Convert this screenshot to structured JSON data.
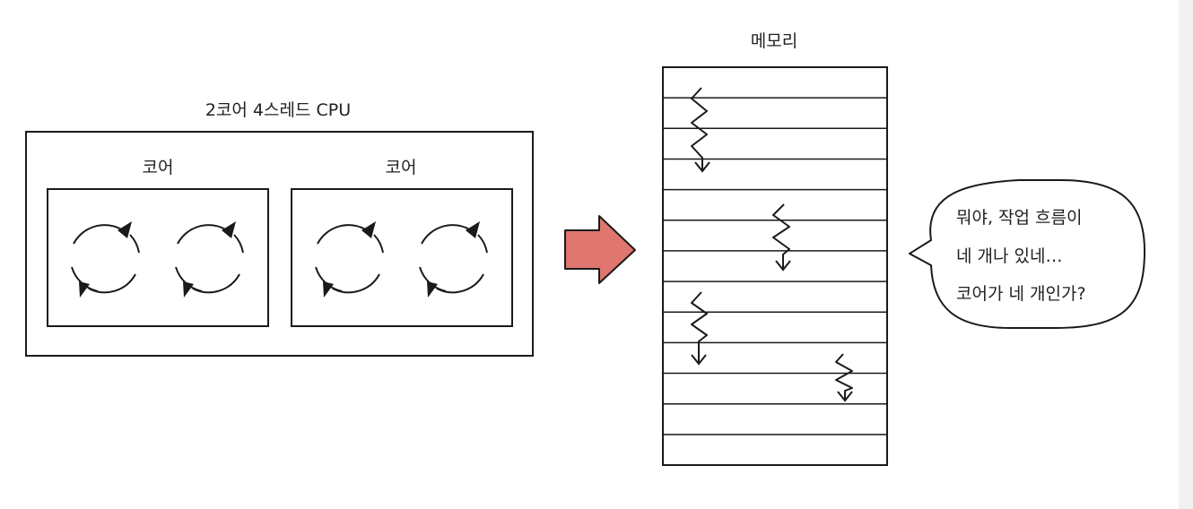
{
  "cpu": {
    "title": "2코어 4스레드 CPU",
    "cores": [
      {
        "label": "코어"
      },
      {
        "label": "코어"
      }
    ]
  },
  "memory": {
    "title": "메모리",
    "row_count": 13
  },
  "speech_bubble": {
    "lines": [
      "뭐야, 작업 흐름이",
      "네 개나 있네…",
      "코어가 네 개인가?"
    ]
  },
  "colors": {
    "arrow_fill": "#e07670",
    "line": "#1a1a1a"
  },
  "icons": [
    "cycle-arrows-icon",
    "right-arrow-icon",
    "zigzag-arrow-icon"
  ]
}
